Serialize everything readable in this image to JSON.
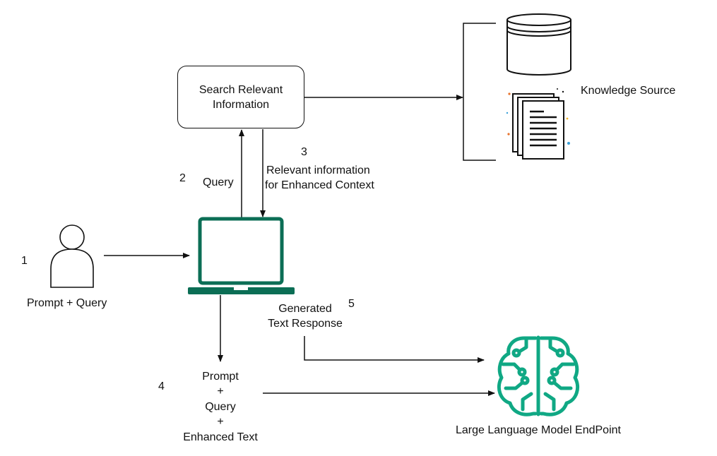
{
  "steps": {
    "step1": "1",
    "step2": "2",
    "step3": "3",
    "step4": "4",
    "step5": "5"
  },
  "nodes": {
    "search": "Search Relevant Information",
    "knowledge_source": "Knowledge Source",
    "user": "Prompt + Query",
    "llm": "Large Language Model EndPoint"
  },
  "edges": {
    "query": "Query",
    "relevant_line1": "Relevant information",
    "relevant_line2": "for Enhanced Context",
    "generated_line1": "Generated",
    "generated_line2": "Text Response",
    "enhanced": {
      "prompt": "Prompt",
      "plus1": "+",
      "query": "Query",
      "plus2": "+",
      "text": "Enhanced Text"
    }
  },
  "colors": {
    "laptop": "#0b6e55",
    "brain": "#10a884",
    "lines": "#111111"
  }
}
